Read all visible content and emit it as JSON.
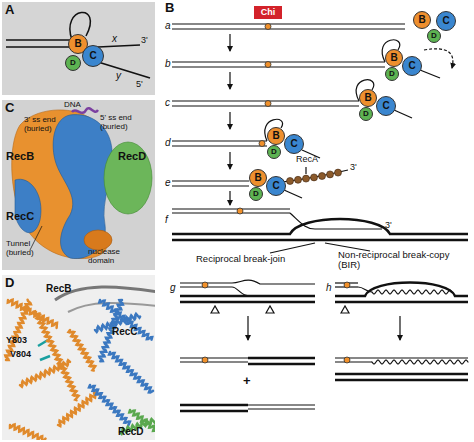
{
  "diagram": {
    "nodes": [
      {
        "text": [
          "A"
        ]
      },
      {
        "text": [
          "B"
        ],
        "in": 0
      },
      {
        "text": [
          "C"
        ],
        "in": 0
      },
      {
        "text": [
          "D"
        ],
        "in": 0
      },
      {
        "text": [
          "Chi"
        ]
      },
      {
        "text": [
          "B"
        ]
      },
      {
        "text": [
          "C"
        ]
      },
      {
        "text": [
          "D"
        ]
      },
      {
        "text": [
          "B"
        ]
      },
      {
        "text": [
          "C"
        ]
      },
      {
        "text": [
          "D"
        ]
      },
      {
        "text": [
          "B"
        ]
      },
      {
        "text": [
          "C"
        ]
      },
      {
        "text": [
          "D"
        ]
      },
      {
        "text": [
          "B"
        ]
      },
      {
        "text": [
          "C"
        ]
      },
      {
        "text": [
          "D"
        ]
      },
      {
        "text": [
          "B"
        ]
      },
      {
        "text": [
          "C"
        ]
      },
      {
        "text": [
          "D"
        ]
      },
      {
        "text": [
          "C"
        ]
      },
      {
        "text": [
          "D"
        ]
      }
    ],
    "labels": [
      "x",
      "3'",
      "y",
      "5'",
      "B",
      "a",
      "b",
      "c",
      "d",
      "e",
      "RecA",
      "3'",
      "f",
      "3'",
      "g",
      "h",
      "Reciprocal break-join",
      "Non-reciprocal break-copy (BIR)",
      "+",
      "DNA",
      "3' ss end (buried)",
      "5' ss end (buried)",
      "RecB",
      "RecC",
      "RecD",
      "Tunnel (buried)",
      "nuclease domain",
      "RecB",
      "Y803",
      "V804",
      "RecC",
      "RecD"
    ]
  }
}
